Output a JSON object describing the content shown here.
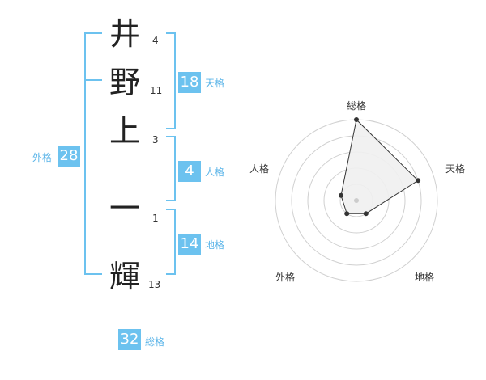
{
  "name_characters": [
    {
      "char": "井",
      "strokes": "4"
    },
    {
      "char": "野",
      "strokes": "11"
    },
    {
      "char": "上",
      "strokes": "3"
    },
    {
      "char": "一",
      "strokes": "1"
    },
    {
      "char": "輝",
      "strokes": "13"
    }
  ],
  "fortune": {
    "tenkaku": {
      "value": "18",
      "label": "天格"
    },
    "jinkaku": {
      "value": "4",
      "label": "人格"
    },
    "chikaku": {
      "value": "14",
      "label": "地格"
    },
    "gaikaku": {
      "value": "28",
      "label": "外格"
    },
    "soukaku": {
      "value": "32",
      "label": "総格"
    }
  },
  "chart_data": {
    "type": "radar",
    "axes": [
      "総格",
      "天格",
      "地格",
      "外格",
      "人格"
    ],
    "rmax": 5,
    "rings": 5,
    "values": [
      5,
      4,
      1,
      1,
      1
    ],
    "colors": {
      "ring": "#d0d0d0",
      "fill": "#efefef",
      "stroke": "#333333",
      "point": "#333333",
      "center": "#cccccc"
    }
  },
  "colors": {
    "accent": "#6cc2ef",
    "accent_text": "#5ab4e8"
  }
}
